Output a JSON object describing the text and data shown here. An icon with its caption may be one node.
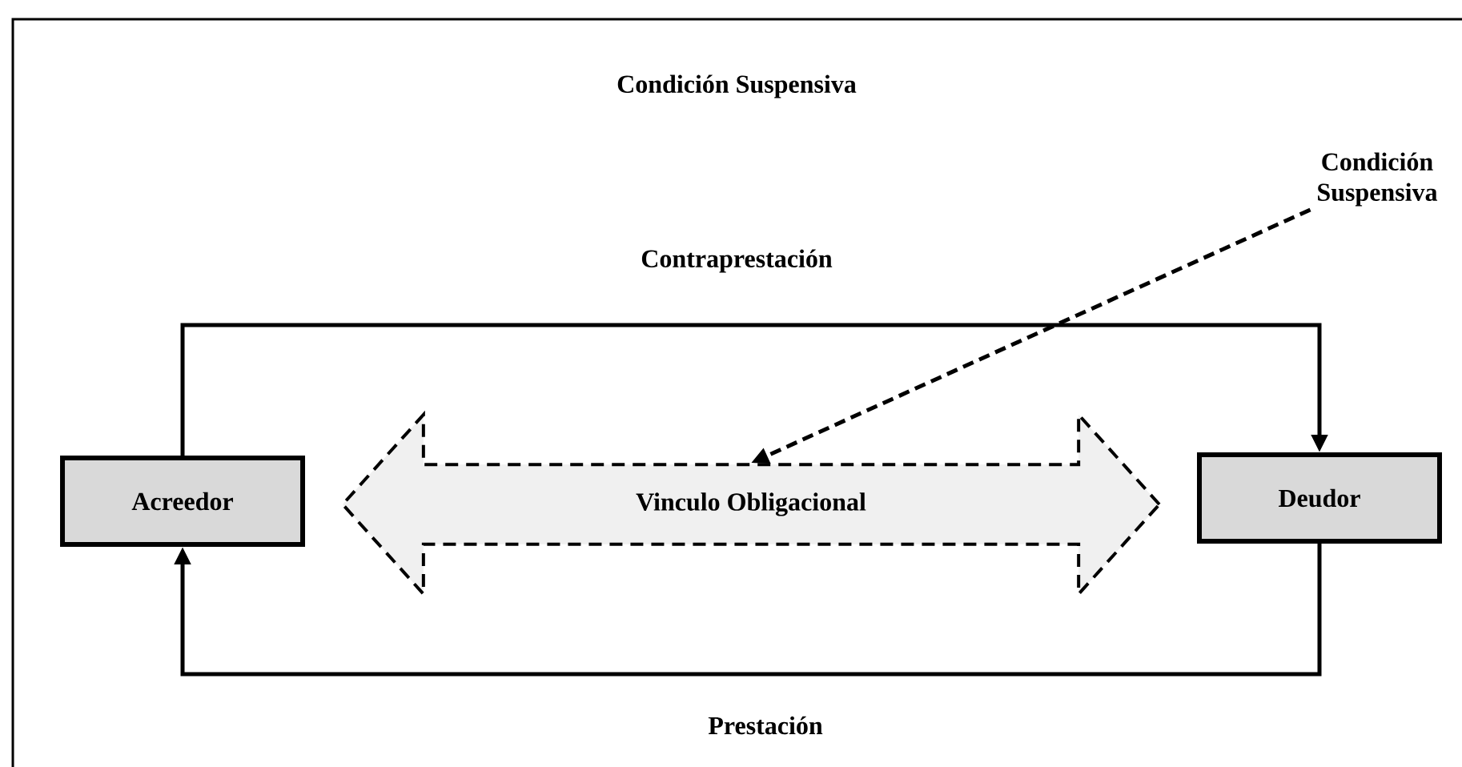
{
  "diagram": {
    "title": "Condición Suspensiva",
    "nodes": [
      {
        "text": [
          "Acreedor"
        ]
      },
      {
        "text": [
          "Vinculo Obligacional"
        ]
      },
      {
        "text": [
          "Deudor"
        ]
      },
      {
        "text": [
          "Condición Suspensiva"
        ]
      }
    ],
    "edges": [
      {
        "from": 0,
        "to": 2,
        "arrow": "to",
        "label": "Contraprestación"
      },
      {
        "from": 2,
        "to": 0,
        "arrow": "to",
        "label": "Prestación"
      },
      {
        "from": 3,
        "to": 1,
        "arrow": "to",
        "style": "dashed"
      }
    ]
  }
}
